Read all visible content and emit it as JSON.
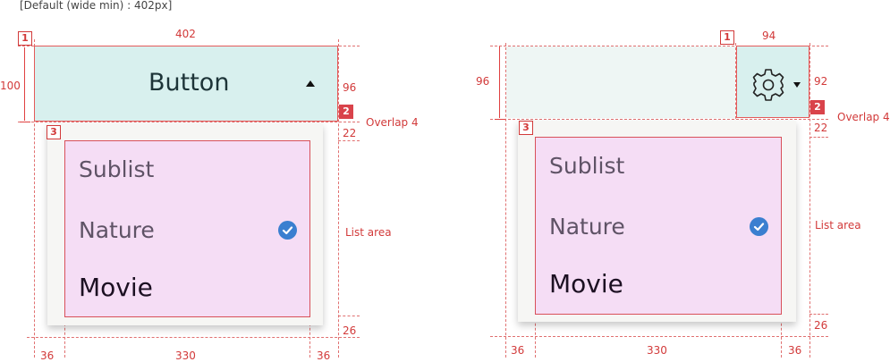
{
  "caption": "[Default (wide min) : 402px]",
  "left": {
    "anchor_label": "Button",
    "items": [
      "Sublist",
      "Nature",
      "Movie"
    ],
    "dims": {
      "width_top": "402",
      "height_left": "100",
      "height_right": "96",
      "overlap": "Overlap  4",
      "gap": "22",
      "list_area": "List  area",
      "bottom_gap": "26",
      "pad_left": "36",
      "list_width": "330",
      "pad_right": "36"
    },
    "markers": [
      "1",
      "2",
      "3"
    ]
  },
  "right": {
    "items": [
      "Sublist",
      "Nature",
      "Movie"
    ],
    "dims": {
      "width_top": "94",
      "height_left": "96",
      "height_right": "92",
      "overlap": "Overlap  4",
      "gap": "22",
      "list_area": "List  area",
      "bottom_gap": "26",
      "pad_left": "36",
      "list_width": "330",
      "pad_right": "36"
    },
    "markers": [
      "1",
      "2",
      "3"
    ]
  },
  "colors": {
    "annotation": "#d23a3a",
    "anchor_bg": "#d8f0ee",
    "list_bg": "#f5ddf5",
    "check": "#3a7fd0"
  },
  "icons": [
    "caret-up-icon",
    "gear-icon",
    "caret-down-icon",
    "check-circle-icon"
  ]
}
